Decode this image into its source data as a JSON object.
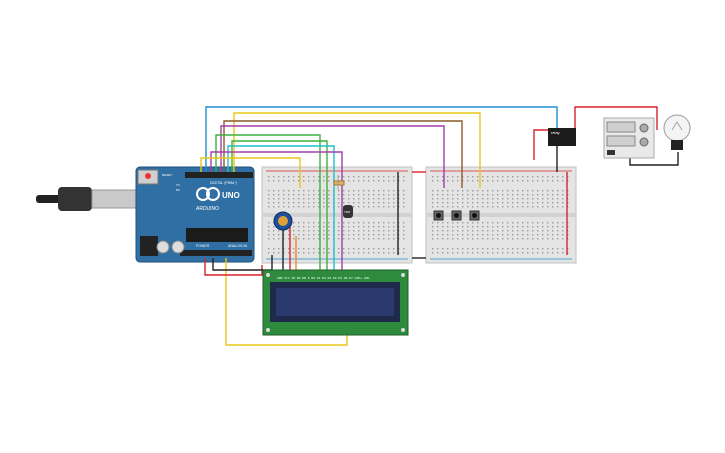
{
  "arduino": {
    "brand_text": "ARDUINO",
    "model_text": "UNO",
    "digital_label": "DIGITAL (PWM~)",
    "power_label": "POWER",
    "analog_label": "ANALOG IN",
    "reset_label": "RESET",
    "tx_label": "TX",
    "rx_label": "RX"
  },
  "relay": {
    "label": "relay"
  },
  "power_supply": {
    "label": ""
  },
  "lcd": {
    "pin_labels": "GND VCC V0 RS RW E D0 D1 D2 D3 D4 D5 D6 D7 LED+ LED-"
  },
  "sensor": {
    "label": "TMP"
  },
  "wire_colors": {
    "blue": "#1e8fd0",
    "yellow": "#e8c61a",
    "purple": "#a23fa8",
    "brown": "#8b5a2b",
    "green": "#3fb03f",
    "cyan": "#1fc0c8",
    "orange": "#f08a24",
    "red": "#d8232a",
    "black": "#222222",
    "gray": "#9a9a9a"
  },
  "colors": {
    "board": "#2f6fa3",
    "breadboard": "#e4e4e4",
    "lcd_screen": "#2a3a6e",
    "lcd_board": "#2e8b3e"
  }
}
